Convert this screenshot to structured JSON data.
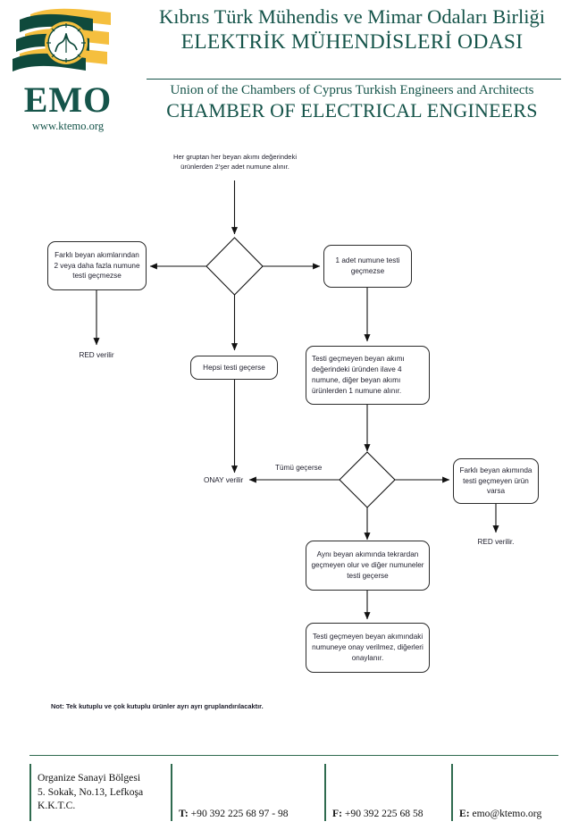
{
  "header": {
    "logo": {
      "wordmark": "EMO",
      "url": "www.ktemo.org",
      "colors": {
        "green": "#15544a",
        "gold": "#f5bf3e"
      },
      "emblem_name": "circular-gear-emblem"
    },
    "title_tr_line1": "Kıbrıs Türk Mühendis ve Mimar Odaları Birliği",
    "title_tr_line2": "ELEKTRİK MÜHENDİSLERİ ODASI",
    "title_en_line1": "Union of the Chambers of Cyprus Turkish Engineers and Architects",
    "title_en_line2": "CHAMBER OF ELECTRICAL ENGINEERS"
  },
  "flowchart": {
    "start_caption_line1": "Her gruptan her beyan akımı değerindeki",
    "start_caption_line2": "ürünlerden 2'şer adet numune alınır.",
    "decision1": "",
    "decision2": "",
    "box_left_fail2": "Farklı beyan akımlarından 2 veya daha fazla numune testi geçmezse",
    "box_right_fail1": "1 adet numune testi geçmezse",
    "label_red1": "RED verilir",
    "box_all_pass": "Hepsi testi geçerse",
    "box_extra_samples": "Testi geçmeyen beyan akımı değerindeki üründen ilave 4 numune, diğer beyan akımı ürünlerden 1 numune alınır.",
    "label_onay": "ONAY verilir",
    "label_tumu_gecerse": "Tümü geçerse",
    "box_diff_current_fail": "Farklı beyan akımında testi geçmeyen ürün varsa",
    "label_red2": "RED verilir.",
    "box_same_current_fail": "Aynı beyan akımında tekrardan geçmeyen olur ve diğer numuneler testi geçerse",
    "box_partial_approval": "Testi geçmeyen beyan akımındaki numuneye onay verilmez, diğerleri onaylanır."
  },
  "note": "Not: Tek kutuplu ve çok kutuplu ürünler ayrı ayrı gruplandırılacaktır.",
  "footer": {
    "address_line1": "Organize Sanayi Bölgesi",
    "address_line2": "5. Sokak, No.13, Lefkoşa",
    "address_line3": "K.K.T.C.",
    "phone_label": "T:",
    "phone_value": "+90 392 225 68 97 - 98",
    "fax_label": "F:",
    "fax_value": "+90 392 225 68 58",
    "email_label": "E:",
    "email_value": "emo@ktemo.org",
    "divider_color": "#2f6b4f"
  }
}
